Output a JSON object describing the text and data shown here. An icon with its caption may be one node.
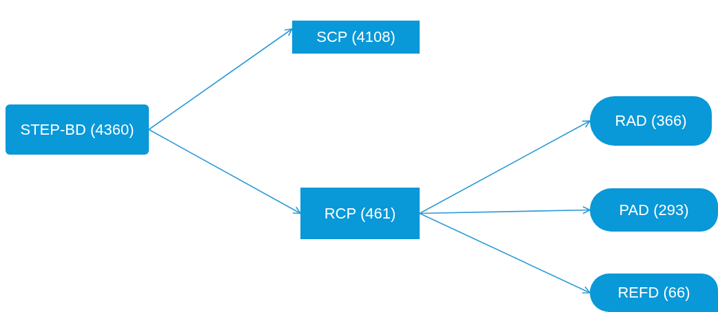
{
  "diagram": {
    "nodes": [
      {
        "text": [
          "STEP-BD (4360)"
        ]
      },
      {
        "text": [
          "SCP (4108)"
        ]
      },
      {
        "text": [
          "RCP (461)"
        ]
      },
      {
        "text": [
          "RAD (366)"
        ]
      },
      {
        "text": [
          "PAD (293)"
        ]
      },
      {
        "text": [
          "REFD (66)"
        ]
      }
    ],
    "edges": [
      {
        "from": 0,
        "to": 1,
        "arrow": "to"
      },
      {
        "from": 0,
        "to": 2,
        "arrow": "to"
      },
      {
        "from": 2,
        "to": 3,
        "arrow": "to"
      },
      {
        "from": 2,
        "to": 4,
        "arrow": "to"
      },
      {
        "from": 2,
        "to": 5,
        "arrow": "to"
      }
    ]
  }
}
